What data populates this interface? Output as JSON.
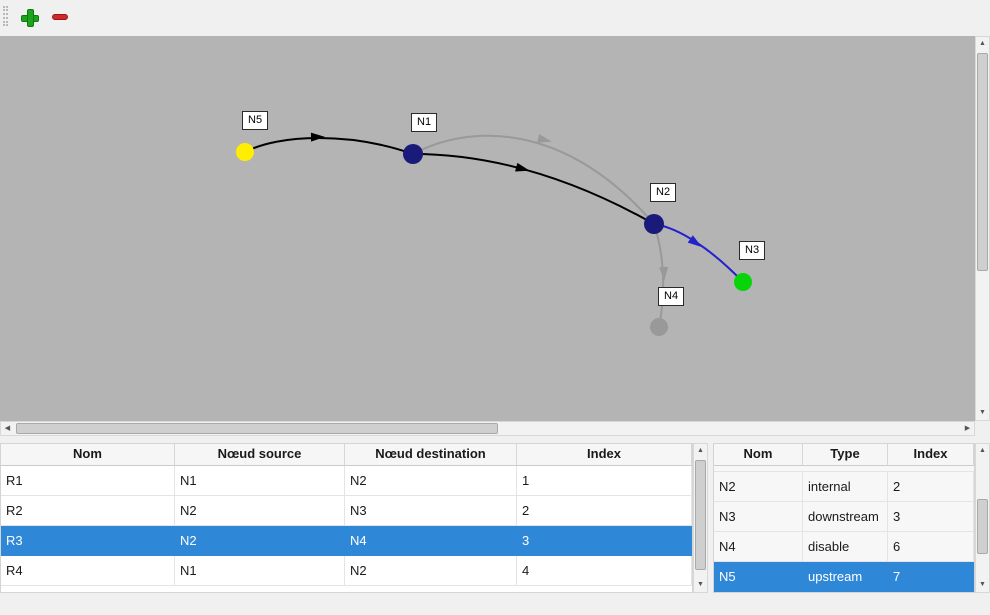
{
  "icons": {
    "up": "▲",
    "down": "▼",
    "left": "◀",
    "right": "▶"
  },
  "toolbar": {
    "buttons": [
      {
        "name": "add-button",
        "icon": "plus-icon",
        "color": "#1ca41c"
      },
      {
        "name": "remove-button",
        "icon": "minus-icon",
        "color": "#d02828"
      }
    ]
  },
  "canvas": {
    "background": "#b4b4b4",
    "nodes": [
      {
        "label": "N5",
        "color": "#ffee00"
      },
      {
        "label": "N1",
        "color": "#1a1a7a"
      },
      {
        "label": "N2",
        "color": "#1a1a7a"
      },
      {
        "label": "N3",
        "color": "#07d507"
      },
      {
        "label": "N4",
        "color": "#999999"
      }
    ],
    "edges": [
      {
        "from": "N5",
        "to": "N1",
        "color": "#000000"
      },
      {
        "from": "N1",
        "to": "N2",
        "color": "#000000"
      },
      {
        "from": "N1",
        "to": "N2",
        "color": "#999999"
      },
      {
        "from": "N2",
        "to": "N3",
        "color": "#2222cc"
      },
      {
        "from": "N2",
        "to": "N4",
        "color": "#999999"
      }
    ]
  },
  "routes_table": {
    "headers": [
      "Nom",
      "Nœud source",
      "Nœud destination",
      "Index"
    ],
    "rows": [
      [
        "R1",
        "N1",
        "N2",
        "1"
      ],
      [
        "R2",
        "N2",
        "N3",
        "2"
      ],
      [
        "R3",
        "N2",
        "N4",
        "3"
      ],
      [
        "R4",
        "N1",
        "N2",
        "4"
      ]
    ],
    "selected": "R3"
  },
  "nodes_table": {
    "headers": [
      "Nom",
      "Type",
      "Index"
    ],
    "rows": [
      [
        "N2",
        "internal",
        "2"
      ],
      [
        "N3",
        "downstream",
        "3"
      ],
      [
        "N4",
        "disable",
        "6"
      ],
      [
        "N5",
        "upstream",
        "7"
      ]
    ],
    "selected": "N5"
  },
  "selection_color": "#2f87d7"
}
